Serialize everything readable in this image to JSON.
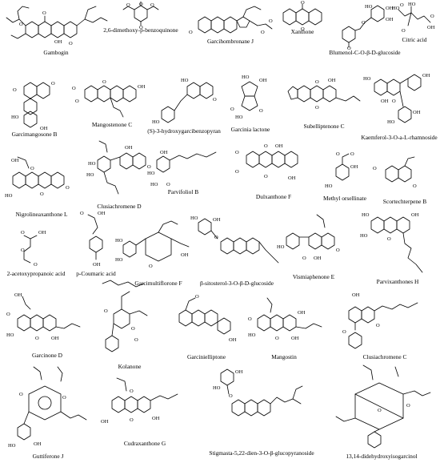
{
  "figure": {
    "compounds": [
      {
        "id": "gambogin",
        "label": "Gambogin"
      },
      {
        "id": "dmbq",
        "label": "2,6-dimethoxy-p-benzoquinone"
      },
      {
        "id": "garcihombronane-j",
        "label": "Garcihombronane J"
      },
      {
        "id": "xanthone",
        "label": "Xanthone"
      },
      {
        "id": "blumenol",
        "label": "Blumenol-C-O-β-D-glucoside"
      },
      {
        "id": "citric-acid",
        "label": "Citric acid"
      },
      {
        "id": "garcimangosone-b",
        "label": "Garcimangosone B"
      },
      {
        "id": "mangostenone-c",
        "label": "Mangostenone C"
      },
      {
        "id": "hydroxygarcibenzopyran",
        "label": "(S)-3-hydroxygarcibenzopyran"
      },
      {
        "id": "garcinia-lactone",
        "label": "Garcinia lactone"
      },
      {
        "id": "subelliptenone-c",
        "label": "Subelliptenone C"
      },
      {
        "id": "kaempferol",
        "label": "Kaemferol-3-O-a-L-rhamnoside"
      },
      {
        "id": "clusiachromene-d",
        "label": "Clusiachromene D"
      },
      {
        "id": "parvifoliol-b",
        "label": "Parvifoliol B"
      },
      {
        "id": "dulxanthone-f",
        "label": "Dulxanthone F"
      },
      {
        "id": "methyl-orsellinate",
        "label": "Methyl orsellinate"
      },
      {
        "id": "scortechterpene-b",
        "label": "Scortechterpene B"
      },
      {
        "id": "nigrolineaxanthone-l",
        "label": "Nigrolineaxanthone L"
      },
      {
        "id": "acetoxypropanoic",
        "label": "2-acetoxypropanoic acid"
      },
      {
        "id": "p-coumaric",
        "label": "p-Coumaric acid"
      },
      {
        "id": "garcimultiflorone-f",
        "label": "Garcimultiflorone F"
      },
      {
        "id": "sitosterol-glucoside",
        "label": "β-sitosterol-3-O-β-D-glucoside"
      },
      {
        "id": "vismiaphenone-e",
        "label": "Vismiaphenone E"
      },
      {
        "id": "parvixanthones-h",
        "label": "Parvixanthones H"
      },
      {
        "id": "garcinone-d",
        "label": "Garcinone D"
      },
      {
        "id": "kolanone",
        "label": "Kolanone"
      },
      {
        "id": "garcinielliptone",
        "label": "Garcinielliptone"
      },
      {
        "id": "mangostin",
        "label": "Mangostin"
      },
      {
        "id": "clusiachromene-c",
        "label": "Clusiachromene C"
      },
      {
        "id": "guttiferone-j",
        "label": "Guttiferone J"
      },
      {
        "id": "cudraxanthone-g",
        "label": "Cudraxanthone G"
      },
      {
        "id": "stigmasta",
        "label": "Stigmasta-5,22-dien-3-O-β-glucopyranoside"
      },
      {
        "id": "didehydroxyisogarcinol",
        "label": "13,14-didehydroxyisogarcinol"
      }
    ]
  }
}
